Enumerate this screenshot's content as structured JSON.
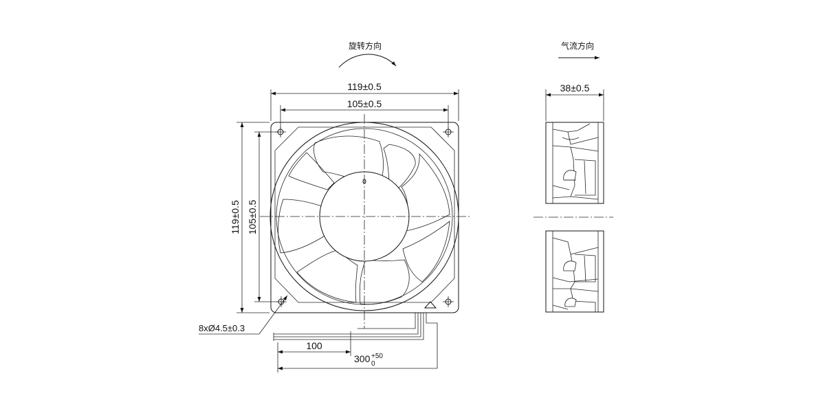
{
  "labels": {
    "rotation": "旋转方向",
    "airflow": "气流方向",
    "width_outer": "119±0.5",
    "width_hole": "105±0.5",
    "height_outer": "119±0.5",
    "height_hole": "105±0.5",
    "depth": "38±0.5",
    "holes": "8xØ4.5±0.3",
    "strip": "100",
    "lead_base": "300",
    "lead_sup": "+50",
    "lead_sub": "0"
  }
}
